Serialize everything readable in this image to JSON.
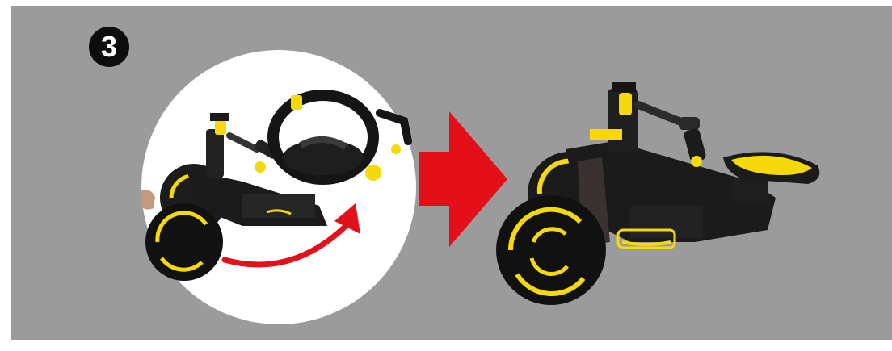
{
  "step": {
    "number": "3"
  },
  "colors": {
    "background": "#9a9b9a",
    "circle": "#ffffff",
    "arrow": "#e3101a",
    "frame": "#1b1b1b",
    "accent": "#f5d90a"
  },
  "illustrations": {
    "before": "tricycle-seat-folding-detail",
    "after": "balance-bike-mode-tricycle"
  }
}
